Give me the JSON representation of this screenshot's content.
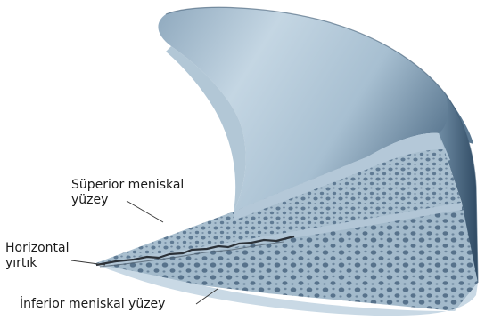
{
  "labels": {
    "superior": {
      "line1": "Süperior meniskal",
      "line2": "yüzey"
    },
    "horizontal": {
      "line1": "Horizontal",
      "line2": "yırtık"
    },
    "inferior": {
      "text": "İnferior meniskal yüzey"
    }
  },
  "colors": {
    "surface_light": "#c4d6e3",
    "surface_mid": "#9ab4c8",
    "surface_dark": "#55738d",
    "edge_dark": "#2f4a63",
    "tissue": "#a9bfcf",
    "pores": "#5f7a93",
    "tear": "#2b3138",
    "leader": "#3a3a3a",
    "text": "#1a1a1a"
  }
}
